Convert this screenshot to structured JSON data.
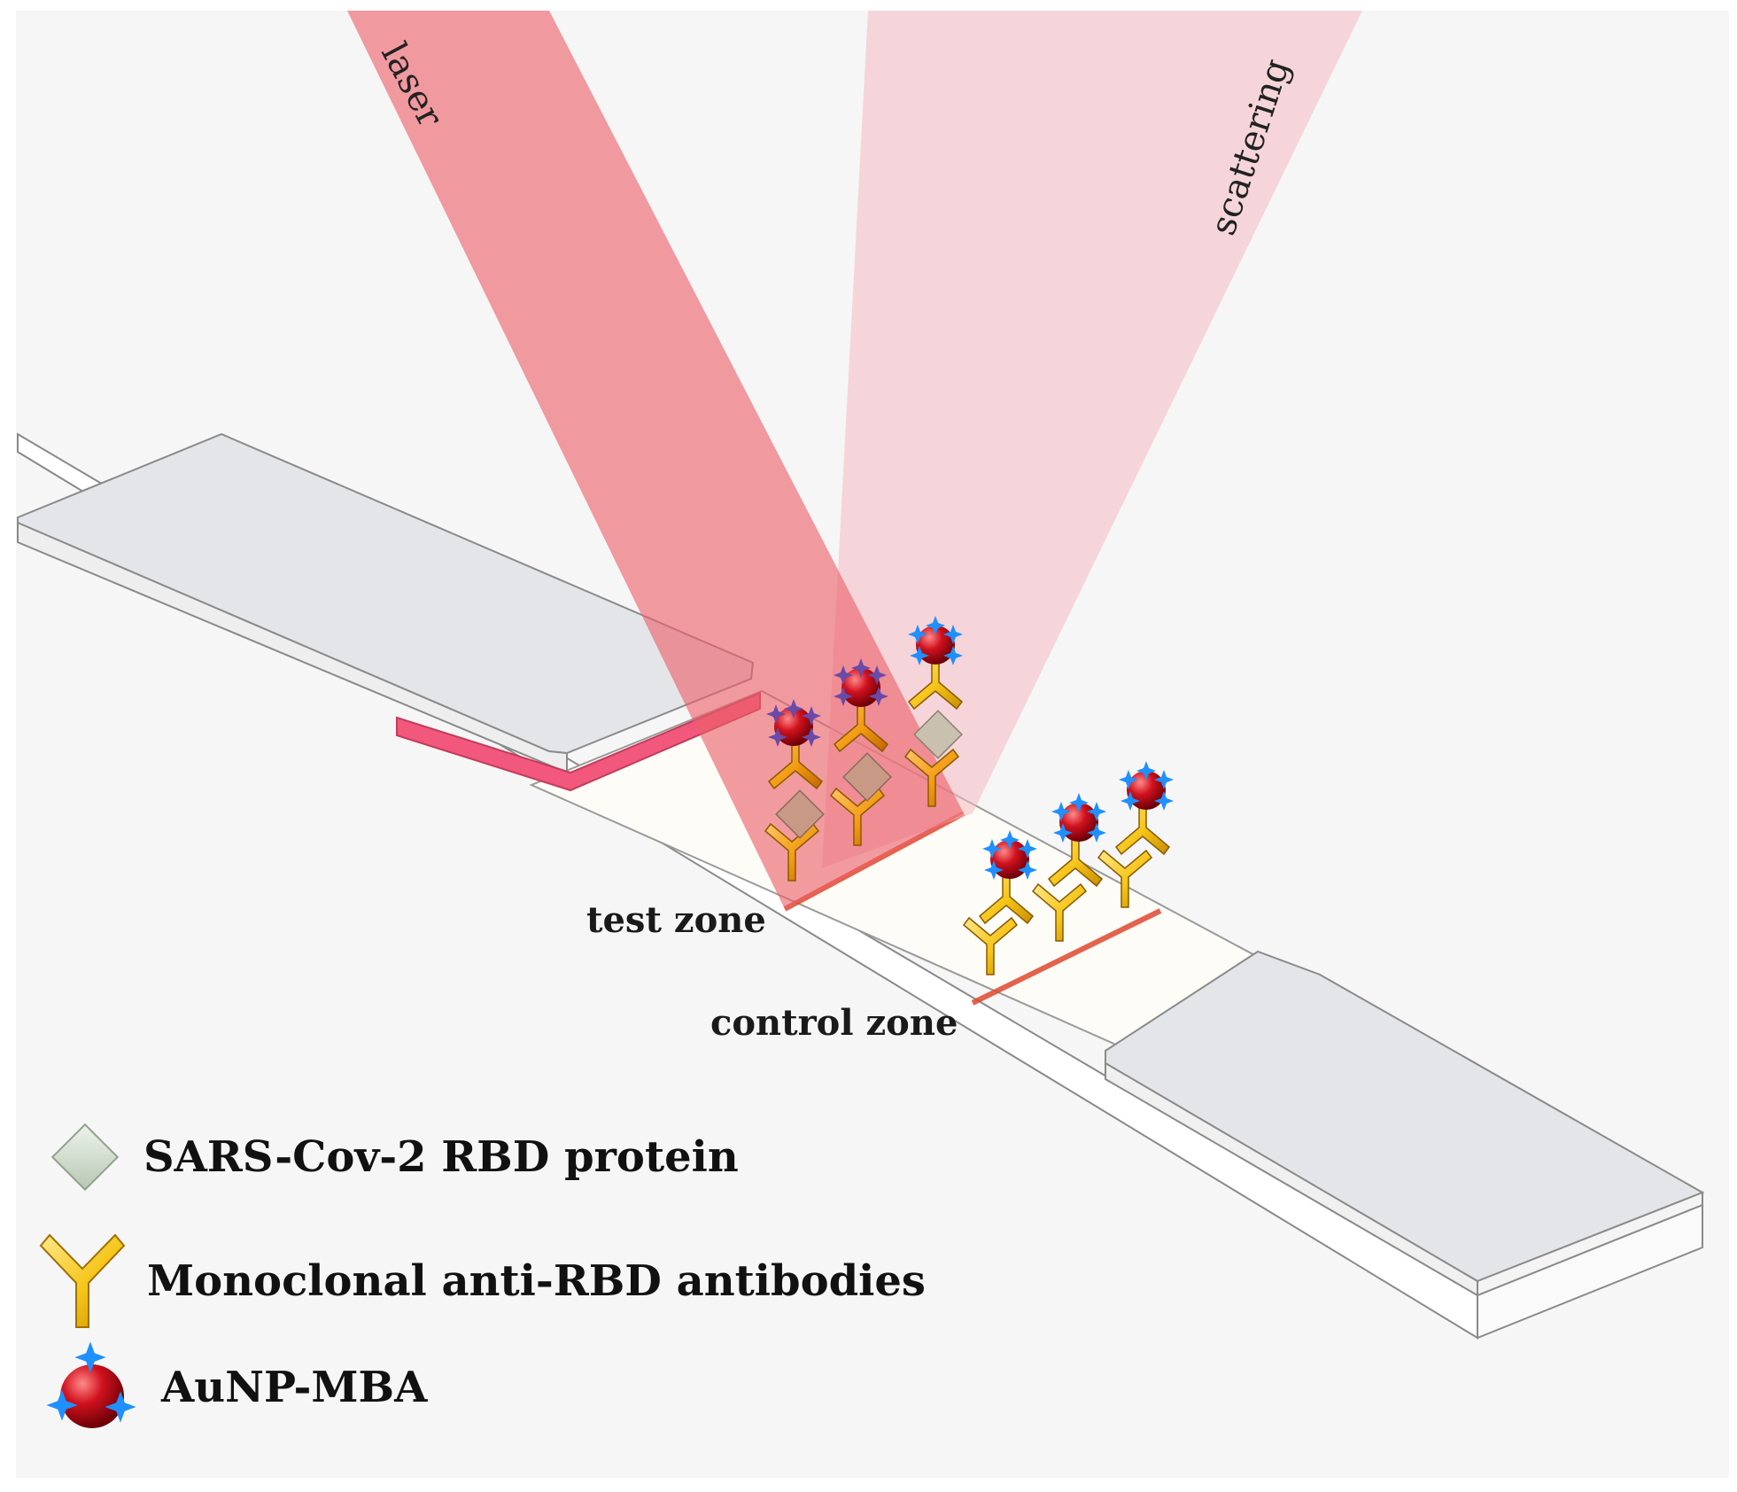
{
  "diagram": {
    "beams": {
      "laser_label": "laser",
      "scattering_label": "scattering"
    },
    "zones": {
      "test_zone_label": "test zone",
      "control_zone_label": "control zone"
    },
    "legend": [
      {
        "icon": "diamond-icon",
        "label": "SARS-Cov-2 RBD protein"
      },
      {
        "icon": "antibody-y-icon",
        "label": "Monoclonal anti-RBD antibodies"
      },
      {
        "icon": "gold-nanoparticle-icon",
        "label": "AuNP-MBA"
      }
    ],
    "colors": {
      "background": "#f6f6f6",
      "laser": "#ee6f77",
      "scattering": "#f7cdd2",
      "conjugate_pad": "#f2587c",
      "membrane": "#fdfcf7",
      "pad_top": "#e3e5e8",
      "zone_line": "#e0492f",
      "antibody_orange": "#f39c12",
      "antibody_yellow": "#f5c518",
      "nanoparticle": "#d0121e",
      "mba_star": "#1e90ff"
    }
  }
}
